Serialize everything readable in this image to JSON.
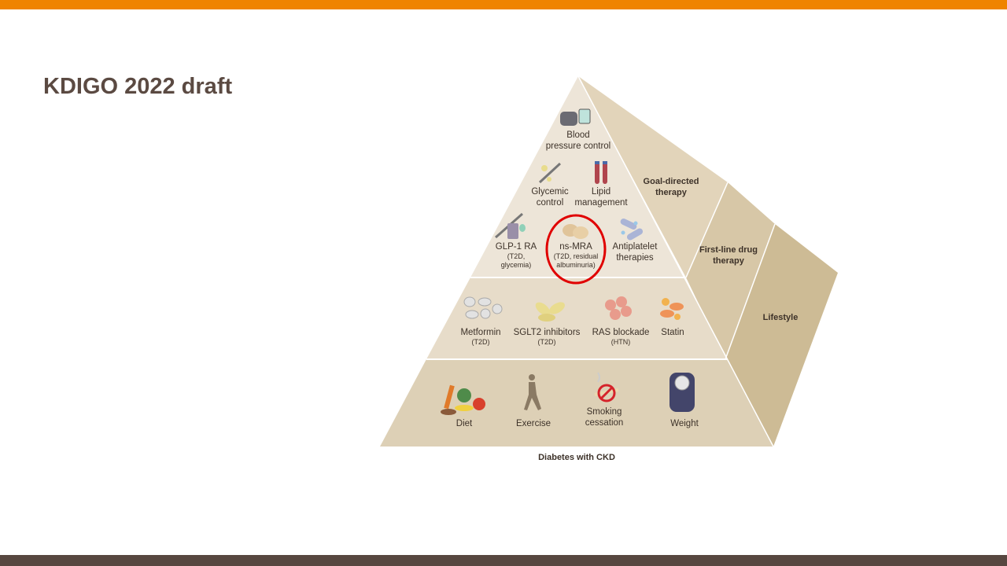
{
  "slide": {
    "title": "KDIGO 2022 draft"
  },
  "colors": {
    "accent_bar": "#ef8400",
    "footer_bar": "#574740",
    "title": "#5b4a42",
    "highlight_circle": "#e00000"
  },
  "pyramid": {
    "caption": "Diabetes with CKD",
    "side_labels": {
      "goal_directed": "Goal-directed therapy",
      "first_line": "First-line drug therapy",
      "lifestyle": "Lifestyle"
    },
    "top_tier": {
      "blood_pressure": {
        "label1": "Blood",
        "label2": "pressure control",
        "icon": "blood-pressure-monitor-icon"
      },
      "glycemic": {
        "label1": "Glycemic",
        "label2": "control",
        "icon": "syringe-icon"
      },
      "lipid": {
        "label1": "Lipid",
        "label2": "management",
        "icon": "test-tubes-icon"
      },
      "glp1": {
        "label": "GLP-1 RA",
        "sub1": "(T2D,",
        "sub2": "glycemia)",
        "icon": "injection-pen-icon"
      },
      "nsmra": {
        "label": "ns-MRA",
        "sub1": "(T2D, residual",
        "sub2": "albuminuria)",
        "icon": "pill-icon"
      },
      "antiplatelet": {
        "label1": "Antiplatelet",
        "label2": "therapies",
        "icon": "capsules-icon"
      }
    },
    "middle_tier": [
      {
        "label": "Metformin",
        "sub": "(T2D)"
      },
      {
        "label": "SGLT2 inhibitors",
        "sub": "(T2D)"
      },
      {
        "label": "RAS blockade",
        "sub": "(HTN)"
      },
      {
        "label": "Statin",
        "sub": ""
      }
    ],
    "bottom_tier": {
      "diet": "Diet",
      "exercise": "Exercise",
      "smoking1": "Smoking",
      "smoking2": "cessation",
      "weight": "Weight"
    }
  }
}
